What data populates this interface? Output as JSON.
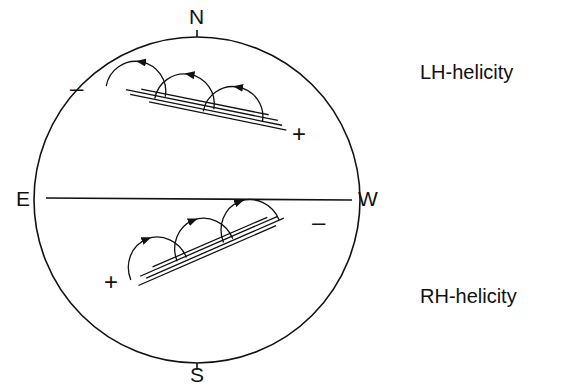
{
  "diagram": {
    "labels": [
      "N",
      "LH-helicity",
      "–",
      "+",
      "E",
      "W",
      "–",
      "RH-helicity",
      "+",
      "S"
    ]
  }
}
